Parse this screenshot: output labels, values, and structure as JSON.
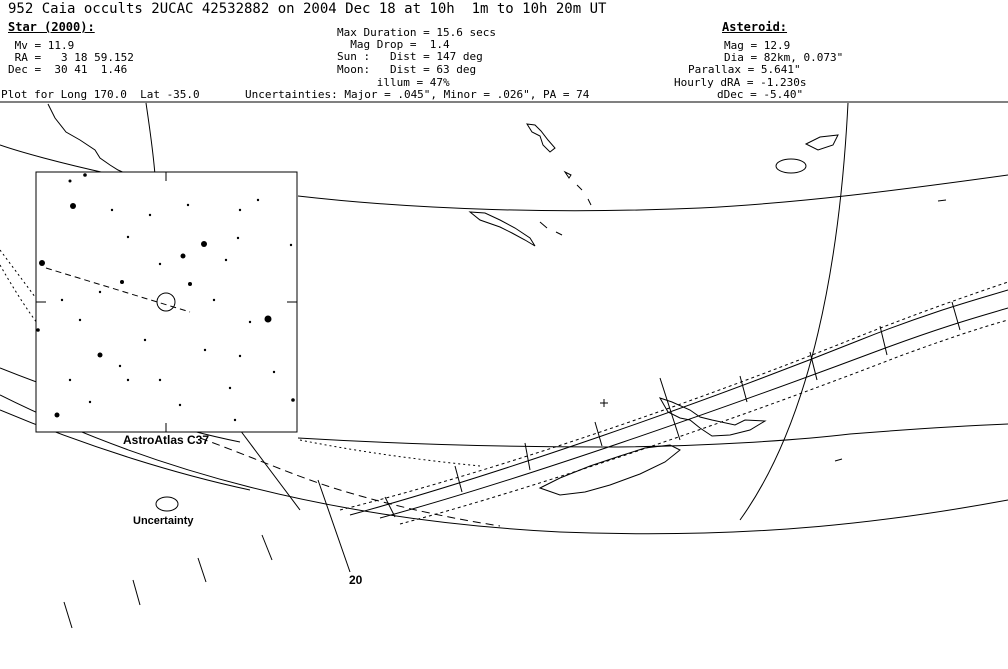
{
  "title": "952 Caia occults 2UCAC 42532882 on 2004 Dec 18 at 10h  1m to 10h 20m UT",
  "star": {
    "heading": "Star (2000):",
    "mv": " Mv = 11.9",
    "ra": " RA =   3 18 59.152",
    "dec": "Dec =  30 41  1.46"
  },
  "event": {
    "max_duration": "Max Duration = 15.6 secs",
    "mag_drop": "  Mag Drop =  1.4",
    "sun": "Sun :   Dist = 147 deg",
    "moon": "Moon:   Dist = 63 deg",
    "illum": "      illum = 47%"
  },
  "asteroid": {
    "heading": "Asteroid:",
    "mag": "Mag = 12.9",
    "dia": "Dia = 82km, 0.073\"",
    "parallax": "Parallax = 5.641\"",
    "hourly_dra": "Hourly dRA = -1.230s",
    "ddec": "dDec = -5.40\""
  },
  "plot_for": "Plot for Long 170.0  Lat -35.0",
  "uncertainties": "Uncertainties: Major = .045\", Minor = .026\", PA = 74",
  "star_chart": {
    "label": "AstroAtlas C37"
  },
  "uncertainty_label": "Uncertainty",
  "time_label": "20"
}
